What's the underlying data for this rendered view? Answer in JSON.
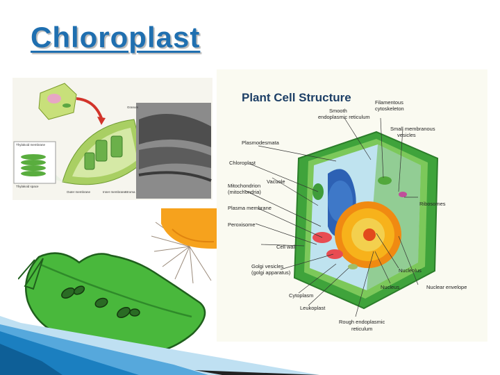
{
  "slide": {
    "title": "Chloroplast"
  },
  "chloroplast_figure": {
    "labels": {
      "granum": "Granum",
      "thylakoid_membrane": "Thylakoid membrane",
      "thylakoid_space": "Thylakoid space",
      "outer_membrane": "Outer membrane",
      "inner_membrane": "Inner membrane",
      "stroma": "Stroma"
    }
  },
  "plant_cell": {
    "title": "Plant Cell Structure",
    "labels": {
      "smooth_er_1": "Smooth",
      "smooth_er_2": "endoplasmic reticulum",
      "filamentous_1": "Filamentous",
      "filamentous_2": "cytoskeleton",
      "plasmodesmata": "Plasmodesmata",
      "small_vesicles_1": "Small membranous",
      "small_vesicles_2": "vesicles",
      "chloroplast": "Chloroplast",
      "vacuole": "Vacuole",
      "mitochondrion_1": "Mitochondrion",
      "mitochondrion_2": "(mitochondria)",
      "plasma_membrane": "Plasma membrane",
      "peroxisome": "Peroxisome",
      "ribosomes": "Ribosomes",
      "cell_wall": "Cell wall",
      "golgi_1": "Golgi vesicles",
      "golgi_2": "(golgi apparatus)",
      "cytoplasm": "Cytoplasm",
      "nucleolus": "Nucleolus",
      "nucleus": "Nucleus",
      "nuclear_envelope": "Nuclear envelope",
      "leukoplast": "Leukoplast",
      "rough_er_1": "Rough endoplasmic",
      "rough_er_2": "reticulum"
    }
  },
  "colors": {
    "title": "#1f6fb0",
    "cell_title": "#1d3f66",
    "chloroplast_green": "#4caf3c",
    "accent_blue": "#1b7fc0"
  }
}
